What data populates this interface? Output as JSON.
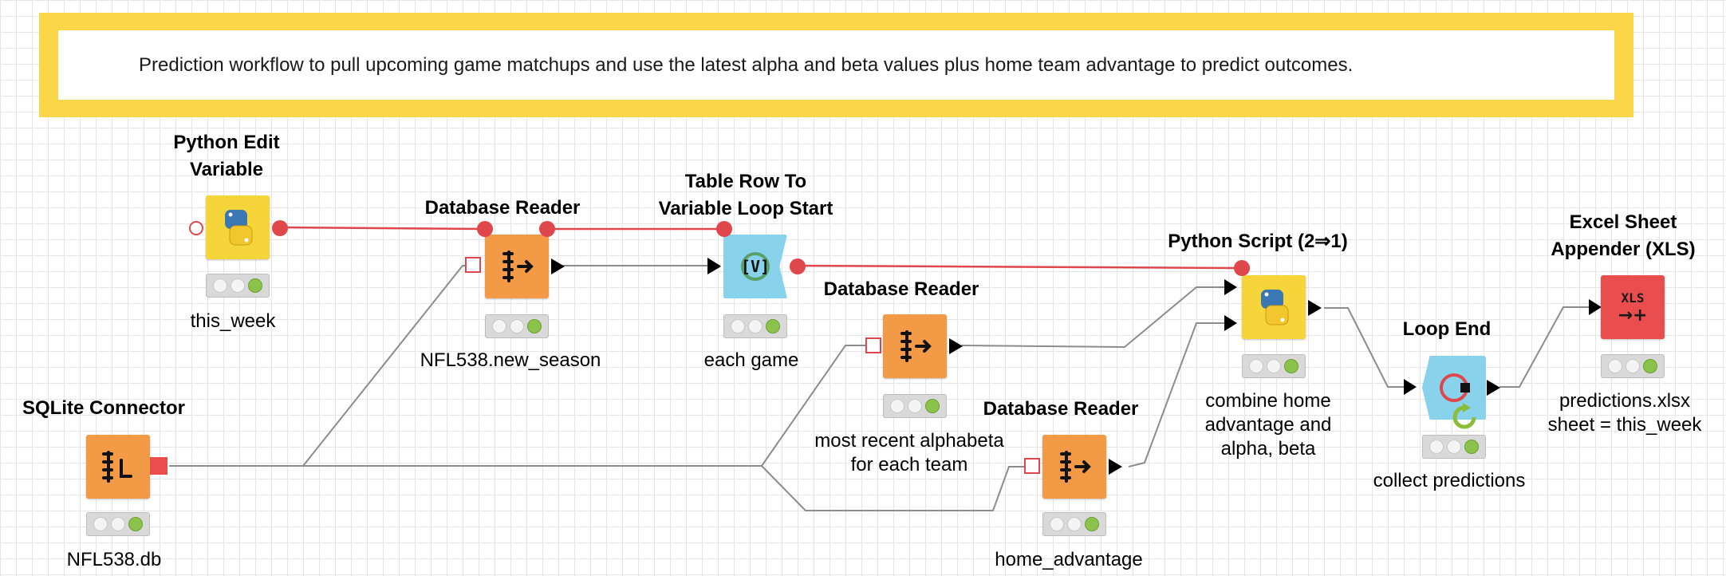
{
  "annotation": {
    "text": "Prediction workflow to pull upcoming game matchups and use the latest alpha and beta values plus home team advantage to predict outcomes."
  },
  "nodes": {
    "python_edit_variable": {
      "title_line1": "Python Edit",
      "title_line2": "Variable",
      "label": "this_week",
      "icon": "python-icon"
    },
    "database_reader_1": {
      "title": "Database Reader",
      "label": "NFL538.new_season",
      "icon": "database-reader-icon"
    },
    "table_row_loop": {
      "title_line1": "Table Row To",
      "title_line2": "Variable Loop Start",
      "label": "each game",
      "icon": "loop-start-icon"
    },
    "database_reader_2": {
      "title": "Database Reader",
      "label_line1": "most recent alphabeta",
      "label_line2": "for each team",
      "icon": "database-reader-icon"
    },
    "python_script": {
      "title": "Python Script (2⇒1)",
      "label_line1": "combine home",
      "label_line2": "advantage and",
      "label_line3": "alpha, beta",
      "icon": "python-icon"
    },
    "database_reader_3": {
      "title": "Database Reader",
      "label": "home_advantage",
      "icon": "database-reader-icon"
    },
    "sqlite_connector": {
      "title": "SQLite Connector",
      "label": "NFL538.db",
      "icon": "database-connector-icon"
    },
    "loop_end": {
      "title": "Loop End",
      "label": "collect predictions",
      "icon": "loop-end-icon"
    },
    "excel_appender": {
      "title_line1": "Excel Sheet",
      "title_line2": "Appender (XLS)",
      "label_line1": "predictions.xlsx",
      "label_line2": "sheet = this_week",
      "icon_text": "XLS",
      "icon_arrows": "→+"
    }
  },
  "colors": {
    "annotation_border": "#fad648",
    "node_orange": "#f29a45",
    "node_yellow": "#f6d53a",
    "node_teal": "#89d2ec",
    "node_red": "#ea4d4d",
    "flow_variable": "#e0474c",
    "data_wire": "#8c8c8c",
    "status_green": "#8bc34a"
  }
}
